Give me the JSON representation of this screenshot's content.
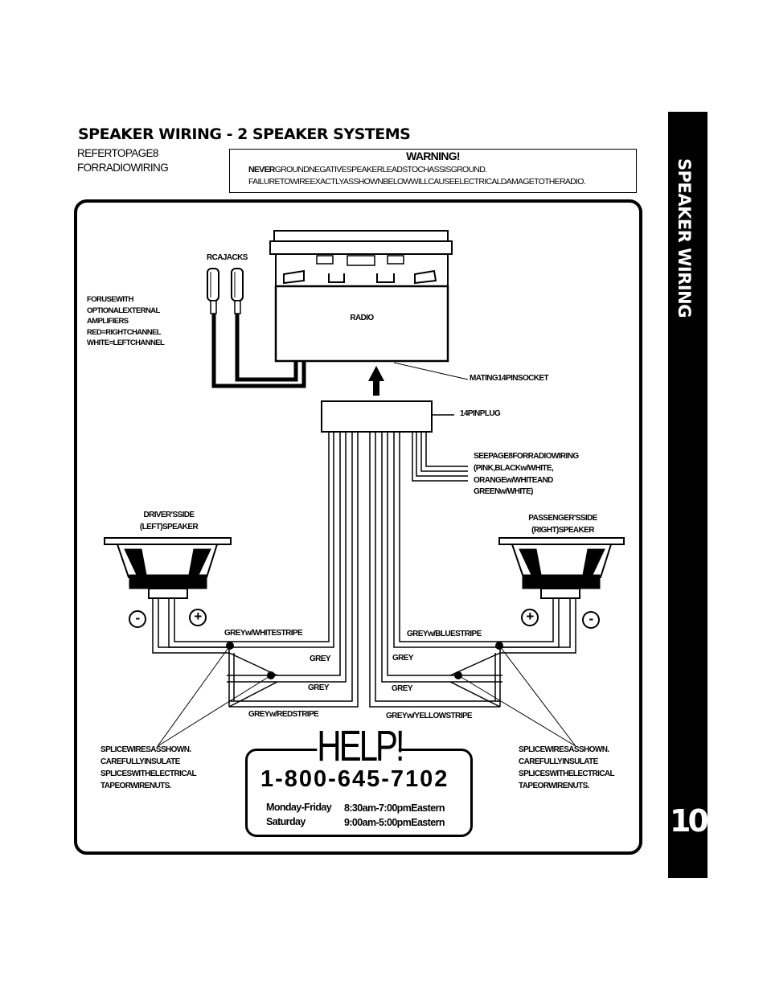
{
  "header": {
    "title": "SPEAKER WIRING - 2 SPEAKER SYSTEMS",
    "refer_line1": "REFERTOPAGE8",
    "refer_line2": "FORRADIOWIRING"
  },
  "warning": {
    "heading": "WARNING!",
    "line1_strong": "NEVER",
    "line1_rest": "GROUNDNEGATIVESPEAKERLEADSTOCHASSISGROUND.",
    "line2": "FAILURETOWIREEXACTLYASSHOWNBELOWWILLCAUSEELECTRICALDAMAGETOTHERADIO."
  },
  "sidebar": {
    "label": "SPEAKER WIRING",
    "page_number": "10"
  },
  "diagram": {
    "rca_jacks": "RCAJACKS",
    "rca_note": [
      "FORUSEWITH",
      "OPTIONALEXTERNAL",
      "AMPLIFIERS",
      "RED=RIGHTCHANNEL",
      "WHITE=LEFTCHANNEL"
    ],
    "radio": "RADIO",
    "mating_socket": "MATING14PINSOCKET",
    "plug": "14PINPLUG",
    "see_page": [
      "SEEPAGE8FORRADIOWIRING",
      "(PINK,BLACKw/WHITE,",
      "ORANGEw/WHITEAND",
      "GREENw/WHITE)"
    ],
    "left_speaker": [
      "DRIVER'SSIDE",
      "(LEFT)SPEAKER"
    ],
    "right_speaker": [
      "PASSENGER'SSIDE",
      "(RIGHT)SPEAKER"
    ],
    "wire_grey_white": "GREYw/WHITESTRIPE",
    "wire_grey_blue": "GREYw/BLUESTRIPE",
    "wire_grey": "GREY",
    "wire_grey_red": "GREYw/REDSTRIPE",
    "wire_grey_yellow": "GREYw/YELLOWSTRIPE",
    "splice_note": [
      "SPLICEWIRESASSHOWN.",
      "CAREFULLYINSULATE",
      "SPLICESWITHELECTRICAL",
      "TAPEORWIRENUTS."
    ],
    "minus_symbol": "-",
    "plus_symbol": "+"
  },
  "help": {
    "word": "HELP!",
    "phone": "1-800-645-7102",
    "days1": "Monday-Friday",
    "time1": "8:30am-7:00pmEastern",
    "days2": "Saturday",
    "time2": "9:00am-5:00pmEastern"
  }
}
